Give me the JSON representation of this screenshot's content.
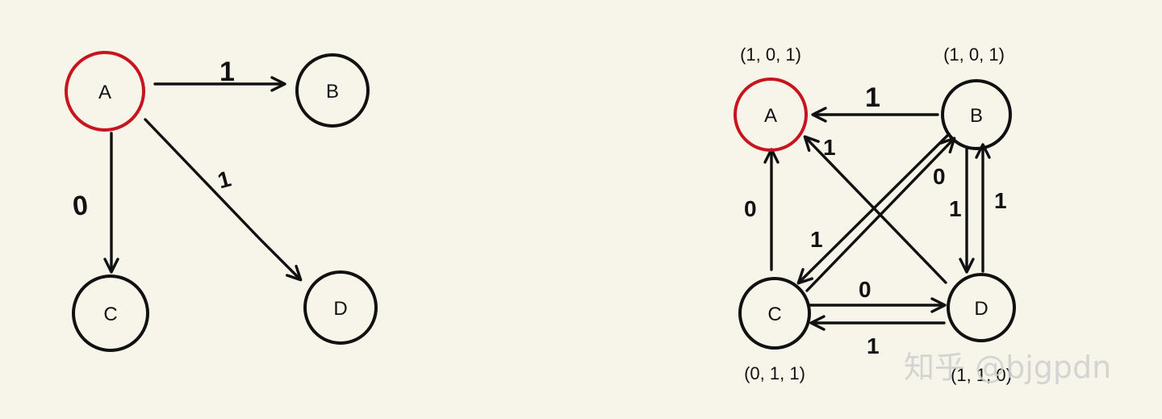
{
  "colors": {
    "background": "#f7f5ea",
    "ink": "#111111",
    "start_node": "#c8141e"
  },
  "left_graph": {
    "nodes": [
      {
        "id": "A",
        "label": "A",
        "start": true
      },
      {
        "id": "B",
        "label": "B",
        "start": false
      },
      {
        "id": "C",
        "label": "C",
        "start": false
      },
      {
        "id": "D",
        "label": "D",
        "start": false
      }
    ],
    "edges": [
      {
        "from": "A",
        "to": "B",
        "label": "1"
      },
      {
        "from": "A",
        "to": "C",
        "label": "0"
      },
      {
        "from": "A",
        "to": "D",
        "label": "1"
      }
    ]
  },
  "right_graph": {
    "nodes": [
      {
        "id": "A",
        "label": "A",
        "start": true,
        "tuple": "(1, 0, 1)"
      },
      {
        "id": "B",
        "label": "B",
        "start": false,
        "tuple": "(1, 0, 1)"
      },
      {
        "id": "C",
        "label": "C",
        "start": false,
        "tuple": "(0, 1, 1)"
      },
      {
        "id": "D",
        "label": "D",
        "start": false,
        "tuple": "(1, 1, 0)"
      }
    ],
    "edges": [
      {
        "from": "B",
        "to": "A",
        "label": "1"
      },
      {
        "from": "D",
        "to": "A",
        "label": "1"
      },
      {
        "from": "C",
        "to": "A",
        "label": "0"
      },
      {
        "from": "C",
        "to": "B",
        "label": "0"
      },
      {
        "from": "B",
        "to": "C",
        "label": "1"
      },
      {
        "from": "B",
        "to": "D",
        "label": "1"
      },
      {
        "from": "D",
        "to": "B",
        "label": "1"
      },
      {
        "from": "C",
        "to": "D",
        "label": "0"
      },
      {
        "from": "D",
        "to": "C",
        "label": "1"
      }
    ]
  },
  "watermark": "知乎 @bjgpdn"
}
